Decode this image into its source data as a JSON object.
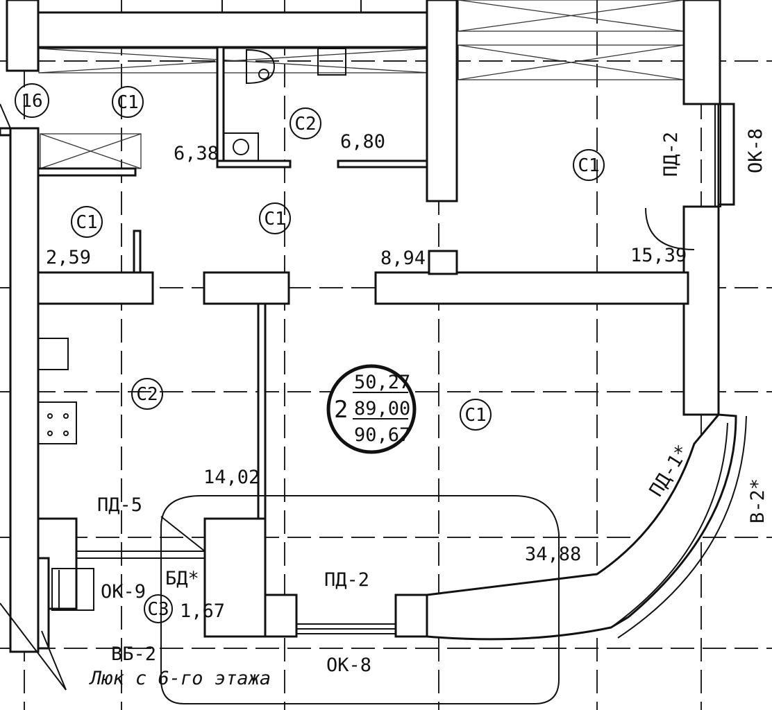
{
  "apartment": {
    "rooms_count": "2",
    "living_area": "50,27",
    "total_area": "89,00",
    "total_area_with_balcony": "90,67"
  },
  "axis_marker": "16",
  "zones": {
    "c1": "С1",
    "c2": "С2",
    "c3": "С3"
  },
  "rooms": {
    "bathroom_area": "6,80",
    "hall_area": "6,38",
    "bedroom_area": "15,39",
    "closet_area": "2,59",
    "corridor_area": "8,94",
    "kitchen_area": "14,02",
    "living_room_area": "34,88",
    "balcony_area": "1,67"
  },
  "marks": {
    "pd2_vertical": "ПД-2",
    "ok8_vertical": "ОК-8",
    "pd1": "ПД-1*",
    "v2": "В-2*",
    "pd5": "ПД-5",
    "bd": "БД*",
    "ok9": "ОК-9",
    "pd2_bottom": "ПД-2",
    "vb2": "ВБ-2",
    "hatch_note": "Люк с 6-го этажа",
    "ok8_bottom": "ОК-8"
  }
}
